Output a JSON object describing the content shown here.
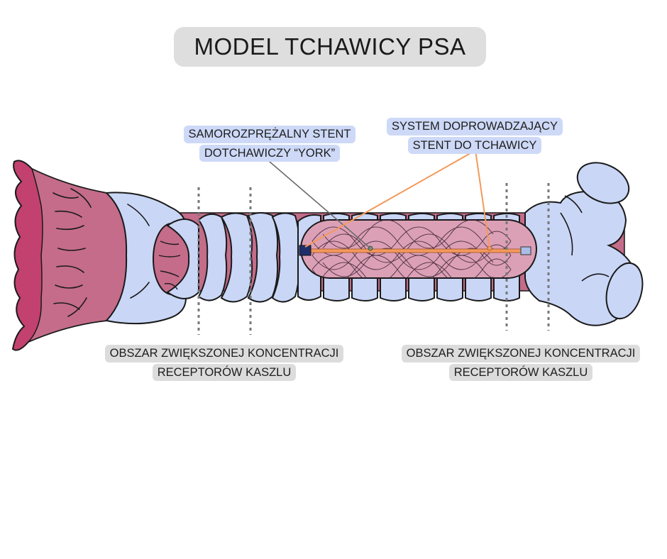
{
  "title": "MODEL TCHAWICY PSA",
  "labels": {
    "stent": {
      "line1": "SAMOROZPRĘŻALNY STENT",
      "line2": "DOTCHAWICZY “YORK”"
    },
    "delivery": {
      "line1": "SYSTEM DOPROWADZAJĄCY",
      "line2": "STENT DO TCHAWICY"
    },
    "receptors_left": {
      "line1": "OBSZAR ZWIĘKSZONEJ KONCENTRACJI",
      "line2": "RECEPTORÓW KASZLU"
    },
    "receptors_right": {
      "line1": "OBSZAR ZWIĘKSZONEJ KONCENTRACJI",
      "line2": "RECEPTORÓW KASZLU"
    }
  },
  "colors": {
    "cartilage": "#c9d6f6",
    "mucosa": "#c46c8a",
    "mucosa_dark": "#c2416f",
    "stent_capsule": "#dca0b6",
    "leader_orange": "#f39a5b",
    "leader_grey": "#6b6b6b",
    "label_blue_bg": "#cdd9f7",
    "label_grey_bg": "#dcdcdc"
  }
}
